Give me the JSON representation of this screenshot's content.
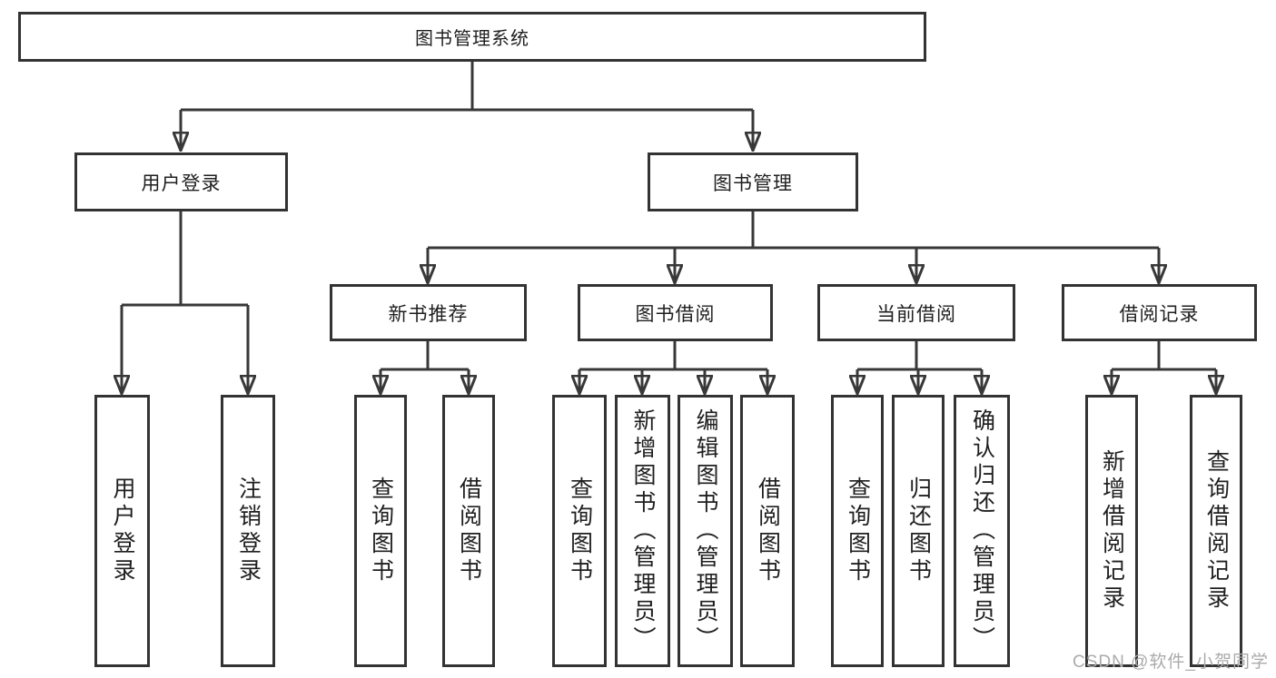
{
  "diagram": {
    "root": {
      "label": "图书管理系统"
    },
    "level2": {
      "user_login": {
        "label": "用户登录"
      },
      "book_management": {
        "label": "图书管理"
      }
    },
    "level3": {
      "new_book_recommend": {
        "label": "新书推荐"
      },
      "book_borrowing": {
        "label": "图书借阅"
      },
      "current_borrowing": {
        "label": "当前借阅"
      },
      "borrow_records": {
        "label": "借阅记录"
      }
    },
    "leaves": {
      "user_login": {
        "login": "用户登录",
        "logout": "注销登录"
      },
      "new_book_recommend": {
        "query": "查询图书",
        "borrow": "借阅图书"
      },
      "book_borrowing": {
        "query": "查询图书",
        "add_admin": "新增图书（管理员）",
        "edit_admin": "编辑图书（管理员）",
        "borrow": "借阅图书"
      },
      "current_borrowing": {
        "query": "查询图书",
        "return": "归还图书",
        "confirm_return_admin": "确认归还（管理员）"
      },
      "borrow_records": {
        "add": "新增借阅记录",
        "query": "查询借阅记录"
      }
    },
    "colors": {
      "background": "#ffffff",
      "box_border": "#333333",
      "text": "#1f1f1f",
      "connector_line": "#383838",
      "watermark": "#ababab"
    },
    "watermark": "CSDN @软件_小贺同学"
  }
}
